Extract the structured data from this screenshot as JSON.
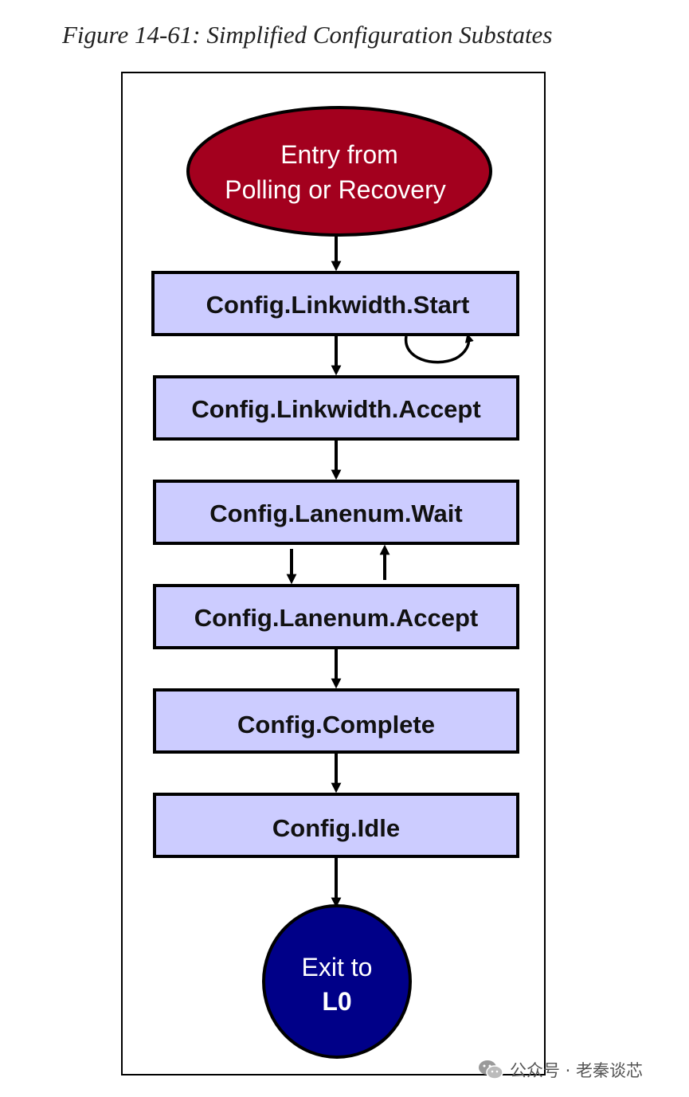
{
  "figure_title": "Figure 14-61: Simplified Configuration Substates",
  "entry": {
    "line1": "Entry from",
    "line2": "Polling or Recovery",
    "color": "#A3001E"
  },
  "states": [
    "Config.Linkwidth.Start",
    "Config.Linkwidth.Accept",
    "Config.Lanenum.Wait",
    "Config.Lanenum.Accept",
    "Config.Complete",
    "Config.Idle"
  ],
  "state_fill": "#CCCCFF",
  "exit": {
    "line1": "Exit to",
    "line2": "L0",
    "color": "#000088"
  },
  "watermark": {
    "icon": "wechat-icon",
    "text": "公众号 · 老秦谈芯"
  }
}
